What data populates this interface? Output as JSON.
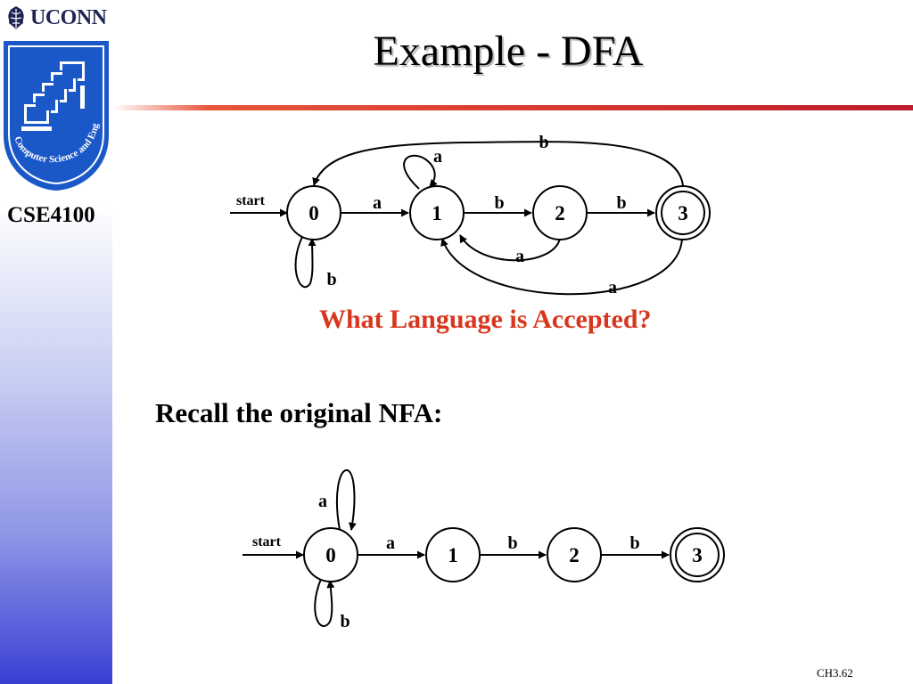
{
  "brand": {
    "name": "UCONN",
    "logo_text": "Computer Science and Engineering"
  },
  "course_code": "CSE4100",
  "title": "Example - DFA",
  "slide_number": "CH3.62",
  "question": "What Language is Accepted?",
  "recall_text": "Recall the original NFA:",
  "dfa": {
    "start_label": "start",
    "states": [
      "0",
      "1",
      "2",
      "3"
    ],
    "accepting_state": "3",
    "transitions": [
      {
        "from": "0",
        "to": "1",
        "label": "a"
      },
      {
        "from": "1",
        "to": "1",
        "label": "a"
      },
      {
        "from": "1",
        "to": "2",
        "label": "b"
      },
      {
        "from": "2",
        "to": "3",
        "label": "b"
      },
      {
        "from": "3",
        "to": "0",
        "label": "b"
      },
      {
        "from": "0",
        "to": "0",
        "label": "b"
      },
      {
        "from": "2",
        "to": "1",
        "label": "a"
      },
      {
        "from": "3",
        "to": "1",
        "label": "a"
      }
    ]
  },
  "nfa": {
    "start_label": "start",
    "states": [
      "0",
      "1",
      "2",
      "3"
    ],
    "accepting_state": "3",
    "transitions": [
      {
        "from": "0",
        "to": "0",
        "label": "a"
      },
      {
        "from": "0",
        "to": "0",
        "label": "b"
      },
      {
        "from": "0",
        "to": "1",
        "label": "a"
      },
      {
        "from": "1",
        "to": "2",
        "label": "b"
      },
      {
        "from": "2",
        "to": "3",
        "label": "b"
      }
    ]
  }
}
